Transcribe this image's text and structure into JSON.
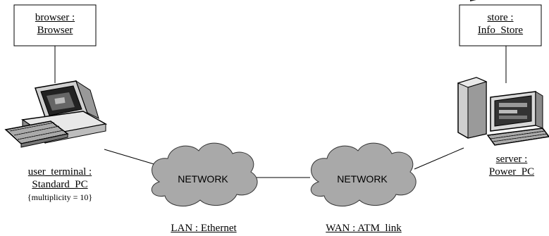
{
  "components": {
    "browser": {
      "line1": "browser :",
      "line2": "Browser"
    },
    "store": {
      "line1": "store :",
      "line2": "Info_Store"
    }
  },
  "nodes": {
    "user_terminal": {
      "line1": "user_terminal :",
      "line2": "Standard_PC",
      "note": "{multiplicity = 10}"
    },
    "server": {
      "line1": "server :",
      "line2": "Power_PC"
    }
  },
  "networks": {
    "lan": {
      "cloud_text": "NETWORK",
      "label": "LAN : Ethernet"
    },
    "wan": {
      "cloud_text": "NETWORK",
      "label": "WAN : ATM_link"
    }
  },
  "colors": {
    "cloud_fill": "#a9a9a9",
    "line": "#000000"
  }
}
